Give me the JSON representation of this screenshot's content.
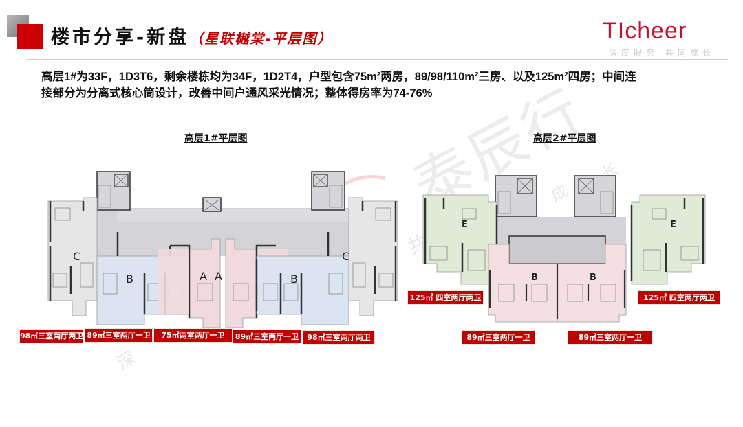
{
  "header": {
    "title": "楼市分享-新盘",
    "subtitle": "（星联樾棠-平层图）",
    "logo": "TIcheer",
    "slogan": "深度服务 共同成长"
  },
  "description": {
    "line1": "高层1#为33F，1D3T6，剩余楼栋均为34F，1D2T4，户型包含75m²两房，89/98/110m²三房、以及125m²四房；中间连",
    "line2": "接部分为分离式核心筒设计，改善中间户通风采光情况；整体得房率为74-76%"
  },
  "plans": [
    {
      "title": "高层1#平层图",
      "unit_letters": [
        "C",
        "B",
        "A",
        "A",
        "B",
        "C"
      ],
      "tags": [
        "98㎡三室两厅两卫",
        "89㎡三室两厅一卫",
        "75㎡两室两厅一卫",
        "89㎡三室两厅一卫",
        "98㎡三室两厅两卫"
      ]
    },
    {
      "title": "高层2#平层图",
      "unit_letters": [
        "E",
        "B",
        "B",
        "E"
      ],
      "tags": [
        "125㎡ 四室两厅两卫",
        "125㎡ 四室两厅两卫",
        "89㎡三室两厅一卫",
        "89㎡三室两厅一卫"
      ]
    }
  ],
  "watermark": {
    "main": "泰辰行",
    "chars": [
      "深",
      "共",
      "成",
      "长"
    ]
  },
  "colors": {
    "accent_red": "#c00000",
    "unit_gray": "#e4e4e4",
    "unit_blue": "#dde6f2",
    "unit_pink": "#f3dcdf",
    "unit_green": "#e2eddc",
    "core_gray": "#cfcfd4"
  }
}
